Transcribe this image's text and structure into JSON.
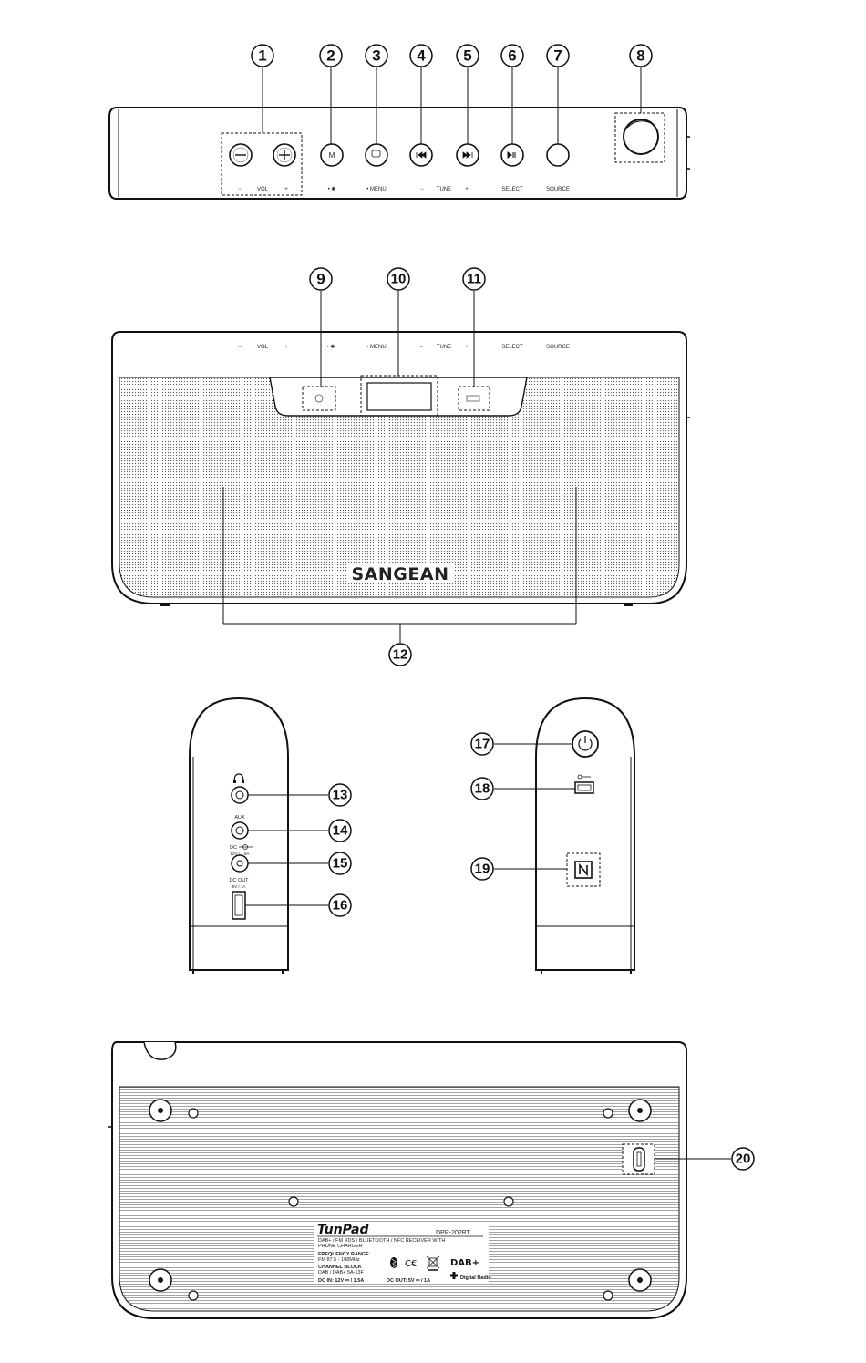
{
  "top_view": {
    "vol_minus": "−",
    "vol_label": "VOL",
    "vol_plus": "+",
    "bt_label": "• ✱",
    "menu_label": "• MENU",
    "tune_minus": "−",
    "tune_label": "TUNE",
    "tune_plus": "+",
    "select_label": "SELECT",
    "source_label": "SOURCE",
    "m_button": "M"
  },
  "front_view": {
    "vol_minus": "−",
    "vol_label": "VOL",
    "vol_plus": "+",
    "bt_label": "• ✱",
    "menu_label": "• MENU",
    "tune_minus": "−",
    "tune_label": "TUNE",
    "tune_plus": "+",
    "select_label": "SELECT",
    "source_label": "SOURCE",
    "brand": "SANGEAN"
  },
  "side_left": {
    "aux_label": "AUX",
    "dc_label": "DC",
    "dc_rating": "12V / 1.5A",
    "dc_out_label": "DC OUT",
    "dc_out_rating": "5V / 1A"
  },
  "back_view": {
    "product_name": "TunPad",
    "model": "DPR-202BT",
    "desc_line1": "DAB+ / FM RDS / BLUETOOTH / NFC RECEIVER WITH",
    "desc_line2": "PHONE CHARGER",
    "freq_heading": "FREQUENCY RANGE",
    "freq_value": "FM 87.5 - 108MHz",
    "channel_heading": "CHANNEL BLOCK",
    "channel_value": "DAB / DAB+ 5A-13F",
    "dc_in": "DC IN: 12V ⎓ / 1.5A",
    "dc_out": "DC OUT: 5V ⎓ / 1A",
    "dab_logo": "DAB+",
    "digital_radio": "Digital Radio"
  },
  "callouts": [
    "1",
    "2",
    "3",
    "4",
    "5",
    "6",
    "7",
    "8",
    "9",
    "10",
    "11",
    "12",
    "13",
    "14",
    "15",
    "16",
    "17",
    "18",
    "19",
    "20"
  ]
}
